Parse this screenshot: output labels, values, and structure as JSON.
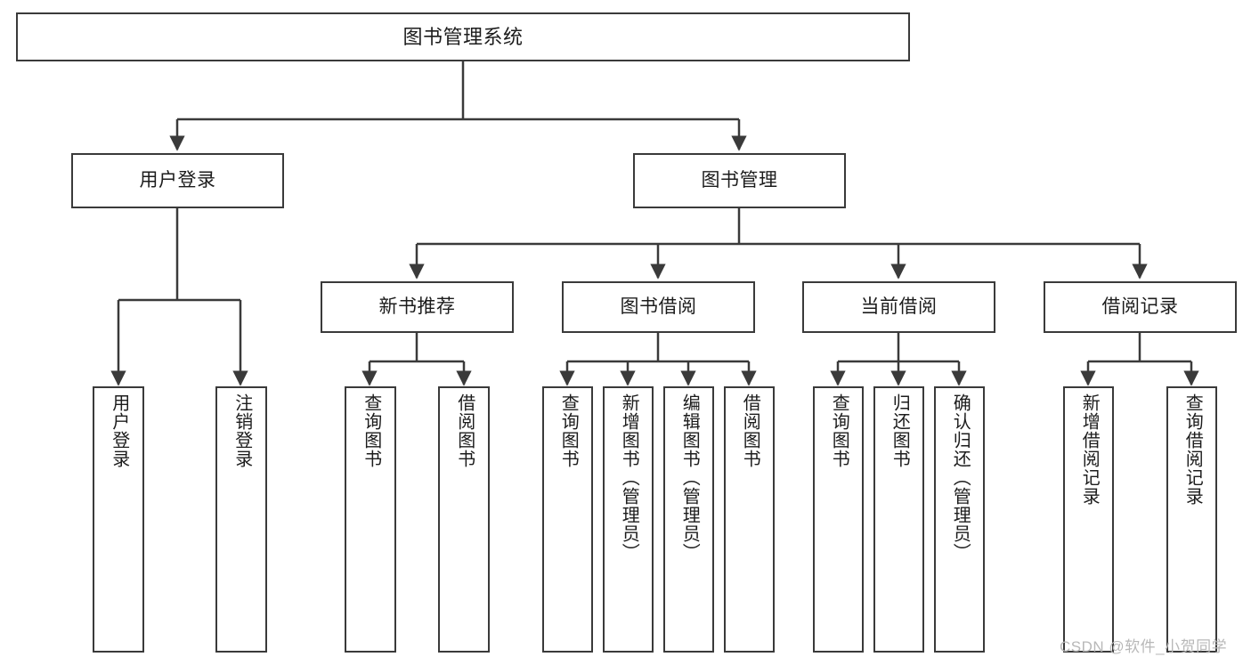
{
  "diagram": {
    "title": "图书管理系统",
    "type": "hierarchy-tree",
    "watermark": "CSDN @软件_小贺同学",
    "colors": {
      "stroke": "#3a3a3a",
      "text": "#1c1c1c",
      "background": "#ffffff",
      "watermark": "#b8b8b8"
    },
    "nodes": {
      "root": {
        "label": "图书管理系统"
      },
      "level1": [
        {
          "id": "user-login",
          "label": "用户登录"
        },
        {
          "id": "book-management",
          "label": "图书管理"
        }
      ],
      "level2": [
        {
          "id": "new-book-recommend",
          "label": "新书推荐"
        },
        {
          "id": "book-borrow",
          "label": "图书借阅"
        },
        {
          "id": "current-borrow",
          "label": "当前借阅"
        },
        {
          "id": "borrow-record",
          "label": "借阅记录"
        }
      ],
      "leaves": {
        "user_login": [
          {
            "id": "leaf-user-login",
            "label": "用户登录"
          },
          {
            "id": "leaf-logout-login",
            "label": "注销登录"
          }
        ],
        "new_book_recommend": [
          {
            "id": "leaf-query-book-1",
            "label": "查询图书"
          },
          {
            "id": "leaf-borrow-book-1",
            "label": "借阅图书"
          }
        ],
        "book_borrow": [
          {
            "id": "leaf-query-book-2",
            "label": "查询图书"
          },
          {
            "id": "leaf-add-book",
            "label": "新增图书（管理员）"
          },
          {
            "id": "leaf-edit-book",
            "label": "编辑图书（管理员）"
          },
          {
            "id": "leaf-borrow-book-2",
            "label": "借阅图书"
          }
        ],
        "current_borrow": [
          {
            "id": "leaf-query-book-3",
            "label": "查询图书"
          },
          {
            "id": "leaf-return-book",
            "label": "归还图书"
          },
          {
            "id": "leaf-confirm-return",
            "label": "确认归还（管理员）"
          }
        ],
        "borrow_record": [
          {
            "id": "leaf-add-record",
            "label": "新增借阅记录"
          },
          {
            "id": "leaf-query-record",
            "label": "查询借阅记录"
          }
        ]
      }
    }
  }
}
